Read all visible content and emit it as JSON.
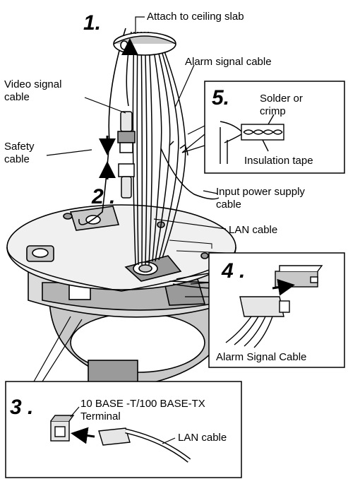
{
  "steps": {
    "s1": "1.",
    "s2": "2 .",
    "s3": "3 .",
    "s4": "4 .",
    "s5": "5."
  },
  "labels": {
    "ceiling": "Attach to ceiling slab",
    "alarm_signal_cable": "Alarm signal cable",
    "video_signal_1": "Video signal",
    "video_signal_2": "cable",
    "safety_1": "Safety",
    "safety_2": "cable",
    "solder_1": "Solder or",
    "solder_2": "crimp",
    "insulation_tape": "Insulation tape",
    "input_power_1": "Input power supply",
    "input_power_2": "cable",
    "lan_cable_top": "LAN cable",
    "alarm_signal_cable_box": "Alarm Signal Cable",
    "terminal_1": "10 BASE -T/100 BASE-TX",
    "terminal_2": "Terminal",
    "lan_cable_box": "LAN cable"
  },
  "colors": {
    "line": "#000000",
    "fill_light": "#e6e6e6",
    "fill_mid": "#c8c8c8",
    "fill_dark": "#9a9a9a"
  }
}
